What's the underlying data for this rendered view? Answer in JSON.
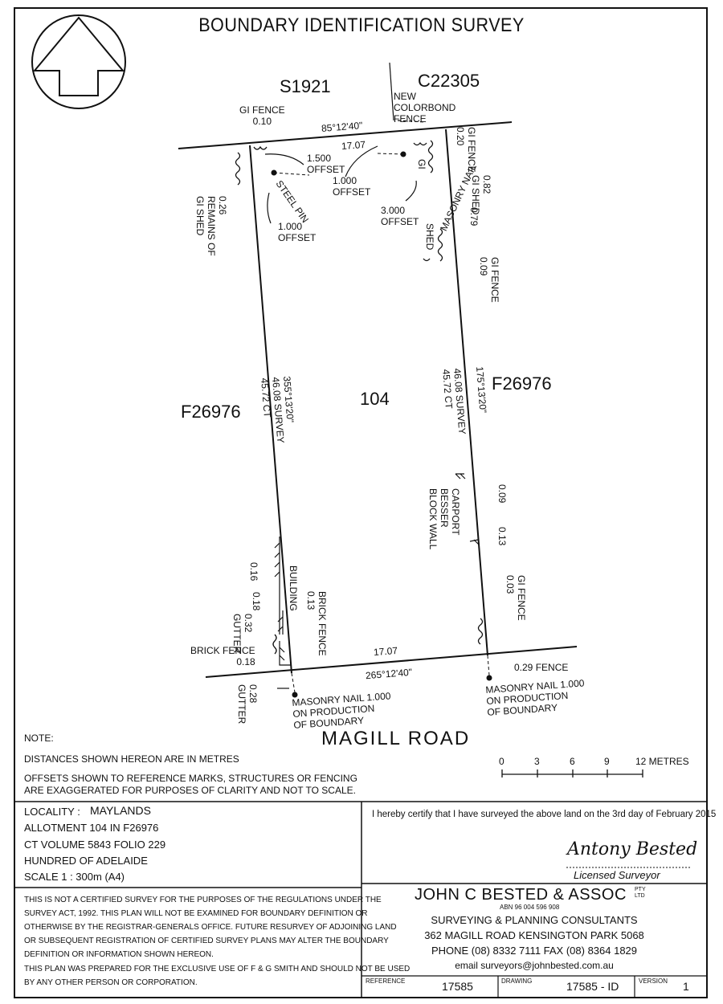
{
  "title": "BOUNDARY IDENTIFICATION SURVEY",
  "plan": {
    "lot": "104",
    "north_neighbour_left": "S1921",
    "north_neighbour_right": "C22305",
    "west_neighbour": "F26976",
    "east_neighbour": "F26976",
    "road": "MAGILL ROAD",
    "north_bearing": "85°12'40\"",
    "north_distance": "17.07",
    "south_bearing": "265°12'40\"",
    "south_distance": "17.07",
    "west_bearing": "355°13'20\"",
    "west_dimensions": [
      "45.72 CT",
      "46.08 SURVEY"
    ],
    "east_bearing": "175°13'20\"",
    "east_dimensions": [
      "46.08 SURVEY",
      "45.72 CT"
    ],
    "annotations": {
      "new_colorbond_fence": [
        "NEW",
        "COLORBOND",
        "FENCE"
      ],
      "gi_fence_nw": [
        "GI FENCE",
        "0.10"
      ],
      "offset_1500": [
        "1.500",
        "OFFSET"
      ],
      "offset_1000_a": [
        "1.000",
        "OFFSET"
      ],
      "offset_1000_b": [
        "1.000",
        "OFFSET"
      ],
      "offset_3000": [
        "3.000",
        "OFFSET"
      ],
      "steel_pin": "STEEL PIN",
      "masonry_nail": "MASONRY NAIL",
      "gi_fence_ne": [
        "GI FENCE",
        "0.20"
      ],
      "gi": "GI",
      "gi_shed_ne": [
        "0.82",
        "GI  SHED"
      ],
      "value_079": "0.79",
      "shed": "SHED",
      "gi_fence_e": [
        "GI FENCE",
        "0.09"
      ],
      "remains_gi_shed": [
        "0.26",
        "REMAINS OF",
        "GI SHED"
      ],
      "carport": [
        "CARPORT",
        "BESSER",
        "BLOCK WALL"
      ],
      "value_009": "0.09",
      "value_013": "0.13",
      "gi_fence_se": [
        "GI FENCE",
        "0.03"
      ],
      "fence_029": "0.29  FENCE",
      "building": "BUILDING",
      "value_016": "0.16",
      "value_018": "0.18",
      "gutter_032": [
        "0.32",
        "GUTTER"
      ],
      "brick_fence_013": [
        "BRICK FENCE",
        "0.13"
      ],
      "brick_fence_018": [
        "BRICK FENCE",
        "0.18"
      ],
      "gutter_028": [
        "0.28",
        "GUTTER"
      ],
      "masonry_nail_left": [
        "MASONRY NAIL 1.000",
        "ON PRODUCTION",
        "OF BOUNDARY"
      ],
      "masonry_nail_right": [
        "MASONRY NAIL 1.000",
        "ON PRODUCTION",
        "OF BOUNDARY"
      ]
    },
    "scale_bar": {
      "ticks": [
        "0",
        "3",
        "6",
        "9",
        "12 METRES"
      ]
    }
  },
  "notes": {
    "heading": "NOTE:",
    "line1": "DISTANCES SHOWN HEREON ARE IN METRES",
    "line2": "OFFSETS SHOWN TO REFERENCE MARKS,  STRUCTURES OR FENCING",
    "line3": "ARE EXAGGERATED FOR PURPOSES OF CLARITY AND NOT TO SCALE."
  },
  "details": {
    "locality_label": "LOCALITY :",
    "locality": "MAYLANDS",
    "allotment": "ALLOTMENT 104 IN F26976",
    "ct": "CT VOLUME  5843   FOLIO   229",
    "hundred": "HUNDRED OF ADELAIDE",
    "scale": "SCALE 1 : 300m (A4)"
  },
  "certification": {
    "text": "I hereby certify that I have surveyed the above land on the 3rd day of February 2015",
    "signature": "Antony Bested",
    "role": "Licensed Surveyor"
  },
  "disclaimer": {
    "para1": [
      "THIS IS NOT A CERTIFIED SURVEY FOR THE PURPOSES OF THE REGULATIONS UNDER THE",
      "SURVEY ACT, 1992. THIS PLAN WILL NOT BE EXAMINED FOR BOUNDARY DEFINITION OR",
      "OTHERWISE BY THE REGISTRAR-GENERALS OFFICE. FUTURE RESURVEY OF ADJOINING LAND",
      "OR SUBSEQUENT REGISTRATION OF CERTIFIED SURVEY PLANS MAY ALTER THE BOUNDARY",
      "DEFINITION OR INFORMATION SHOWN HEREON."
    ],
    "para2": [
      "THIS PLAN WAS PREPARED FOR THE EXCLUSIVE USE OF F & G SMITH AND  SHOULD NOT BE USED",
      "BY ANY OTHER PERSON OR CORPORATION."
    ]
  },
  "company": {
    "name": "JOHN C BESTED & ASSOC",
    "pty": "PTY",
    "ltd": "LTD",
    "abn": "ABN 96 004 596 908",
    "services": "SURVEYING  &  PLANNING  CONSULTANTS",
    "address": "362 MAGILL ROAD   KENSINGTON PARK 5068",
    "phone": "PHONE (08) 8332 7111  FAX (08) 8364 1829",
    "email": "email  surveyors@johnbested.com.au"
  },
  "footer": {
    "reference_label": "REFERENCE",
    "reference": "17585",
    "drawing_label": "DRAWING",
    "drawing": "17585 - ID",
    "version_label": "VERSION",
    "version": "1"
  }
}
